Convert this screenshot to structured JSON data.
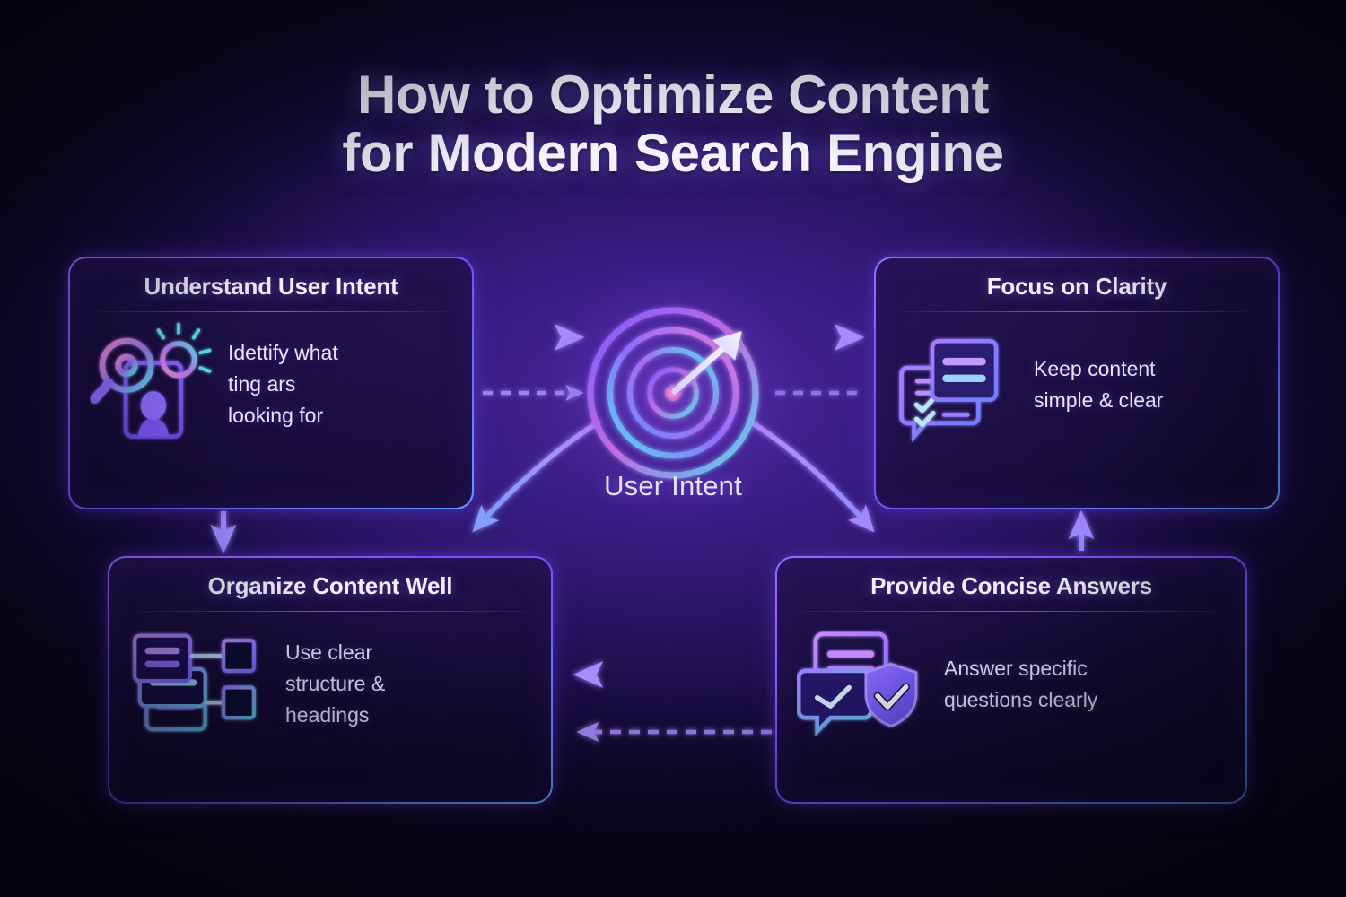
{
  "title": {
    "line1": "How to Optimize Content",
    "line2": "for Modern Search Engine"
  },
  "hub": {
    "label": "User Intent",
    "icon": "target-bullseye-dart-icon"
  },
  "colors": {
    "background_dark": "#070617",
    "background_center_glow": "#4a2597",
    "card_border": "#7c4dff",
    "card_border_accent": "#57a8ff",
    "title_text": "#f4f2ff",
    "body_text": "#e8e4fb",
    "icon_gradient_start": "#f48fd8",
    "icon_gradient_end": "#5ee0f0",
    "arrow_color": "#8f7cff"
  },
  "cards": [
    {
      "id": "understand-user-intent",
      "title": "Understand User Intent",
      "description": "Idettify what ting ars looking for",
      "desc_lines": [
        "Idettify what",
        "ting ars",
        "looking for"
      ],
      "icon": "magnifier-lightbulb-person-icon",
      "position": "top-left"
    },
    {
      "id": "focus-on-clarity",
      "title": "Focus on Clarity",
      "description": "Keep content simple & clear",
      "desc_lines": [
        "Keep content",
        "simple & clear"
      ],
      "icon": "document-checklist-bubble-icon",
      "position": "top-right"
    },
    {
      "id": "organize-content-well",
      "title": "Organize Content Well",
      "description": "Use clear structure & headings",
      "desc_lines": [
        "Use clear",
        "structure &",
        "headings"
      ],
      "icon": "structure-hierarchy-icon",
      "position": "bottom-left"
    },
    {
      "id": "provide-concise-answers",
      "title": "Provide Concise Answers",
      "description": "Answer specific questions clearly",
      "desc_lines": [
        "Answer specific",
        "questions clearly"
      ],
      "icon": "chat-bubble-shield-check-icon",
      "position": "bottom-right"
    }
  ],
  "connectors": [
    {
      "id": "left-to-hub-solid",
      "style": "solid",
      "direction": "right"
    },
    {
      "id": "left-to-hub-dashed",
      "style": "dashed",
      "direction": "right"
    },
    {
      "id": "hub-to-right-solid",
      "style": "solid",
      "direction": "right"
    },
    {
      "id": "hub-to-right-dashed",
      "style": "dashed",
      "direction": "right"
    },
    {
      "id": "top-left-down",
      "style": "solid",
      "direction": "down"
    },
    {
      "id": "bottom-right-up",
      "style": "solid",
      "direction": "up"
    },
    {
      "id": "hub-curve-left",
      "style": "curved",
      "direction": "down-left"
    },
    {
      "id": "hub-curve-right",
      "style": "curved",
      "direction": "down-right"
    },
    {
      "id": "right-to-left-solid",
      "style": "solid",
      "direction": "left"
    },
    {
      "id": "right-to-left-dashed",
      "style": "dashed",
      "direction": "left"
    }
  ]
}
